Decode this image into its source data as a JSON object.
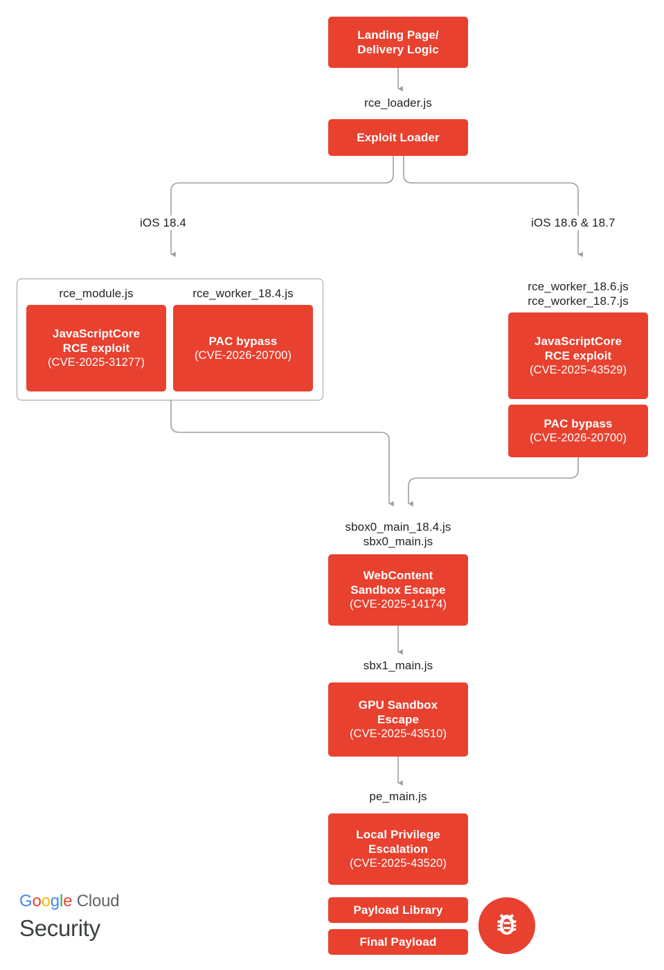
{
  "diagram": {
    "title": "iOS exploit chain flow",
    "accent_color": "#E8412F",
    "line_color": "#9aa0a6",
    "nodes": {
      "landing": {
        "title": "Landing Page/\nDelivery Logic"
      },
      "loader": {
        "title": "Exploit Loader"
      },
      "left_jsc": {
        "title": "JavaScriptCore\nRCE exploit",
        "cve": "(CVE-2025-31277)"
      },
      "left_pac": {
        "title": "PAC bypass",
        "cve": "(CVE-2026-20700)"
      },
      "right_jsc": {
        "title": "JavaScriptCore\nRCE exploit",
        "cve": "(CVE-2025-43529)"
      },
      "right_pac": {
        "title": "PAC bypass",
        "cve": "(CVE-2026-20700)"
      },
      "webcontent": {
        "title": "WebContent\nSandbox Escape",
        "cve": "(CVE-2025-14174)"
      },
      "gpu": {
        "title": "GPU Sandbox\nEscape",
        "cve": "(CVE-2025-43510)"
      },
      "lpe": {
        "title": "Local Privilege\nEscalation",
        "cve": "(CVE-2025-43520)"
      },
      "payload_library": {
        "title": "Payload Library"
      },
      "final_payload": {
        "title": "Final Payload"
      }
    },
    "edge_labels": {
      "rce_loader": "rce_loader.js",
      "left_module": "rce_module.js",
      "left_worker": "rce_worker_18.4.js",
      "right_workers": "rce_worker_18.6.js\nrce_worker_18.7.js",
      "sbox0": "sbox0_main_18.4.js\nsbx0_main.js",
      "sbx1": "sbx1_main.js",
      "pe_main": "pe_main.js"
    },
    "branch_labels": {
      "left": "iOS 18.4",
      "right": "iOS 18.6 & 18.7"
    },
    "logo": {
      "google_g": "G",
      "google_o1": "o",
      "google_o2": "o",
      "google_g2": "g",
      "google_l": "l",
      "google_e": "e",
      "cloud": "Cloud",
      "security": "Security"
    },
    "icons": {
      "bug": "bug-icon"
    }
  }
}
